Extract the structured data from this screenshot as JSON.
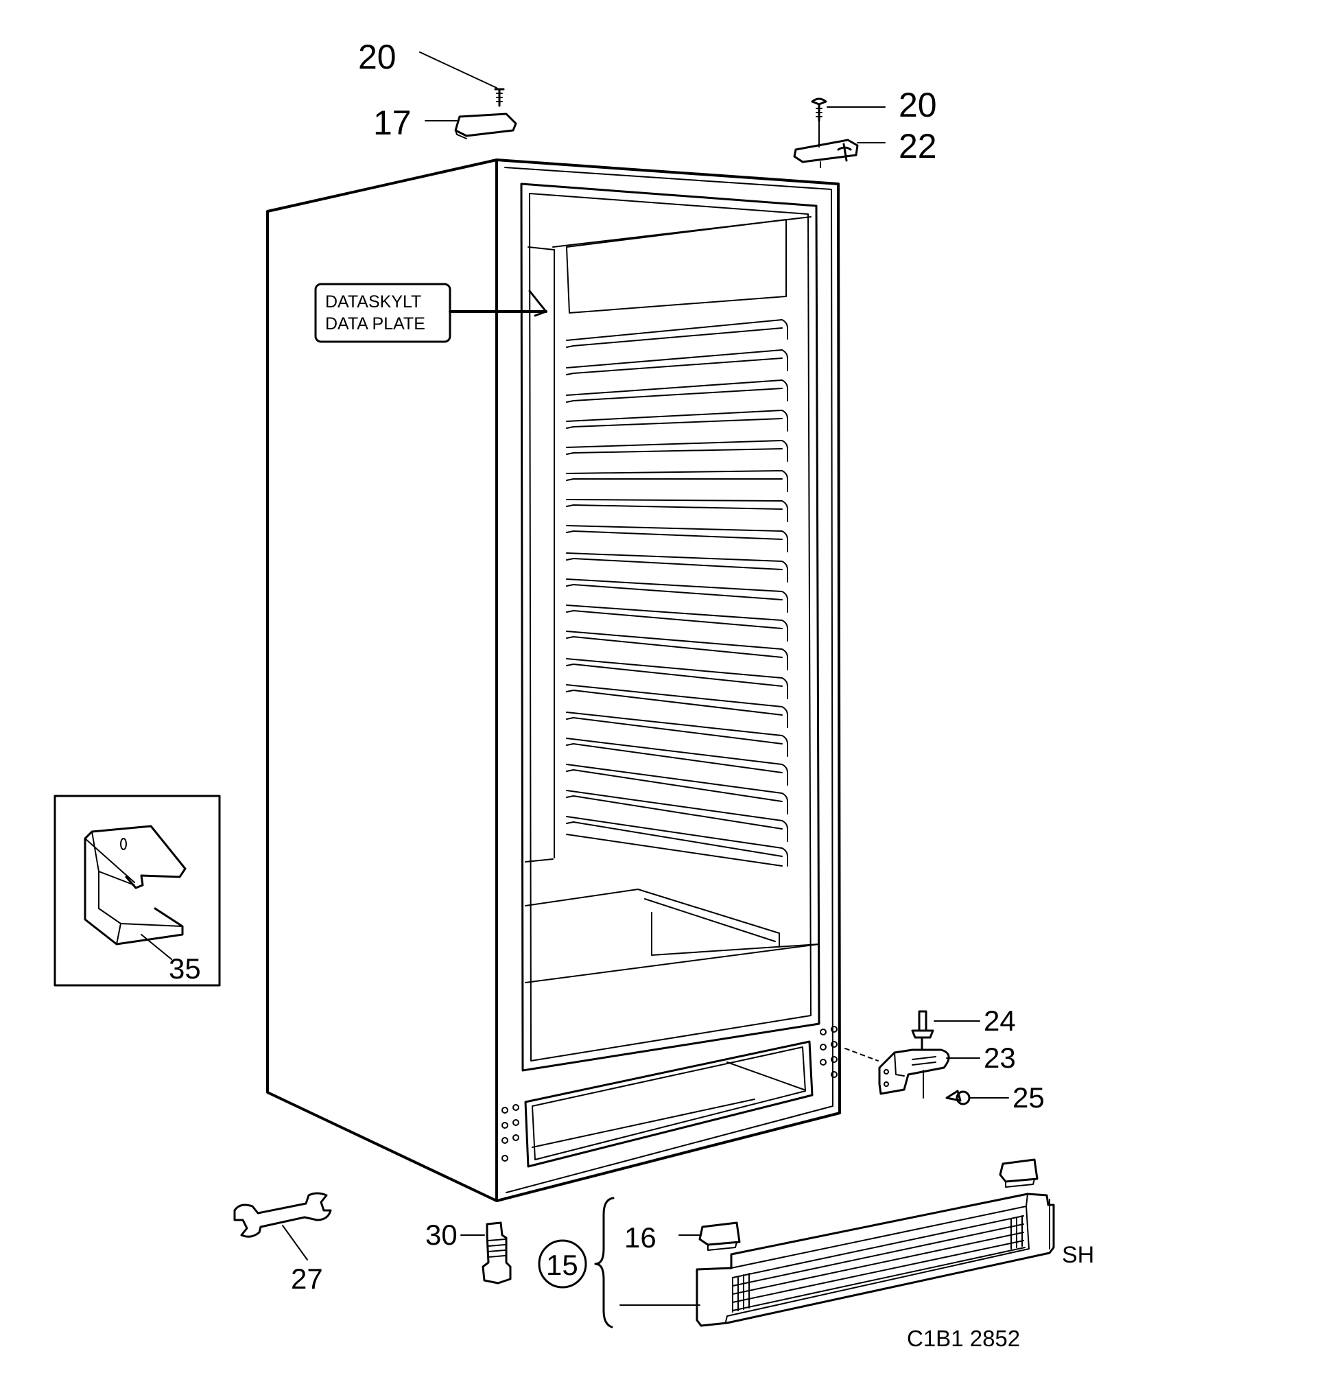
{
  "callouts": {
    "screw_top_left": "20",
    "hinge_top_left": "17",
    "screw_top_right": "20",
    "hinge_top_right": "22",
    "pin": "24",
    "hinge_bottom": "23",
    "screw_bottom": "25",
    "bracket_inset": "35",
    "wrench": "27",
    "foot": "30",
    "grille_group": "15",
    "clip": "16",
    "side_tag": "SH"
  },
  "data_plate": {
    "line1": "DATASKYLT",
    "line2": "DATA PLATE"
  },
  "figure_code": "C1B1 2852"
}
